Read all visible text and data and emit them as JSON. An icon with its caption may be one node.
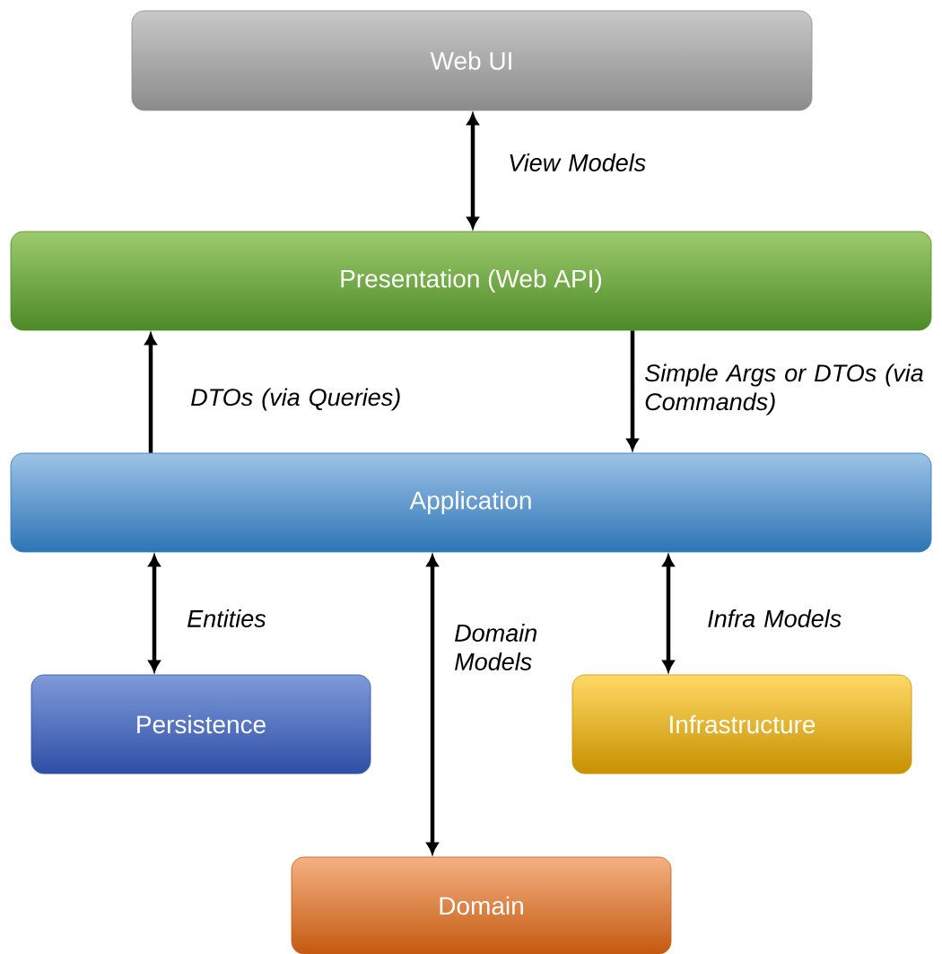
{
  "diagram": {
    "nodes": [
      {
        "text": [
          "Web UI"
        ]
      },
      {
        "text": [
          "Presentation (Web API)"
        ]
      },
      {
        "text": [
          "Application"
        ]
      },
      {
        "text": [
          "Persistence"
        ]
      },
      {
        "text": [
          "Infrastructure"
        ]
      },
      {
        "text": [
          "Domain"
        ]
      }
    ],
    "edges": [
      {
        "from": 0,
        "to": 1,
        "arrow": "both",
        "label": "View Models"
      },
      {
        "from": 2,
        "to": 1,
        "arrow": "to",
        "label": "DTOs (via Queries)"
      },
      {
        "from": 1,
        "to": 2,
        "arrow": "to",
        "label": "Simple Args or DTOs (via Commands)"
      },
      {
        "from": 2,
        "to": 3,
        "arrow": "both",
        "label": "Entities"
      },
      {
        "from": 2,
        "to": 5,
        "arrow": "both",
        "label": "Domain Models"
      },
      {
        "from": 2,
        "to": 4,
        "arrow": "both",
        "label": "Infra Models"
      }
    ]
  }
}
